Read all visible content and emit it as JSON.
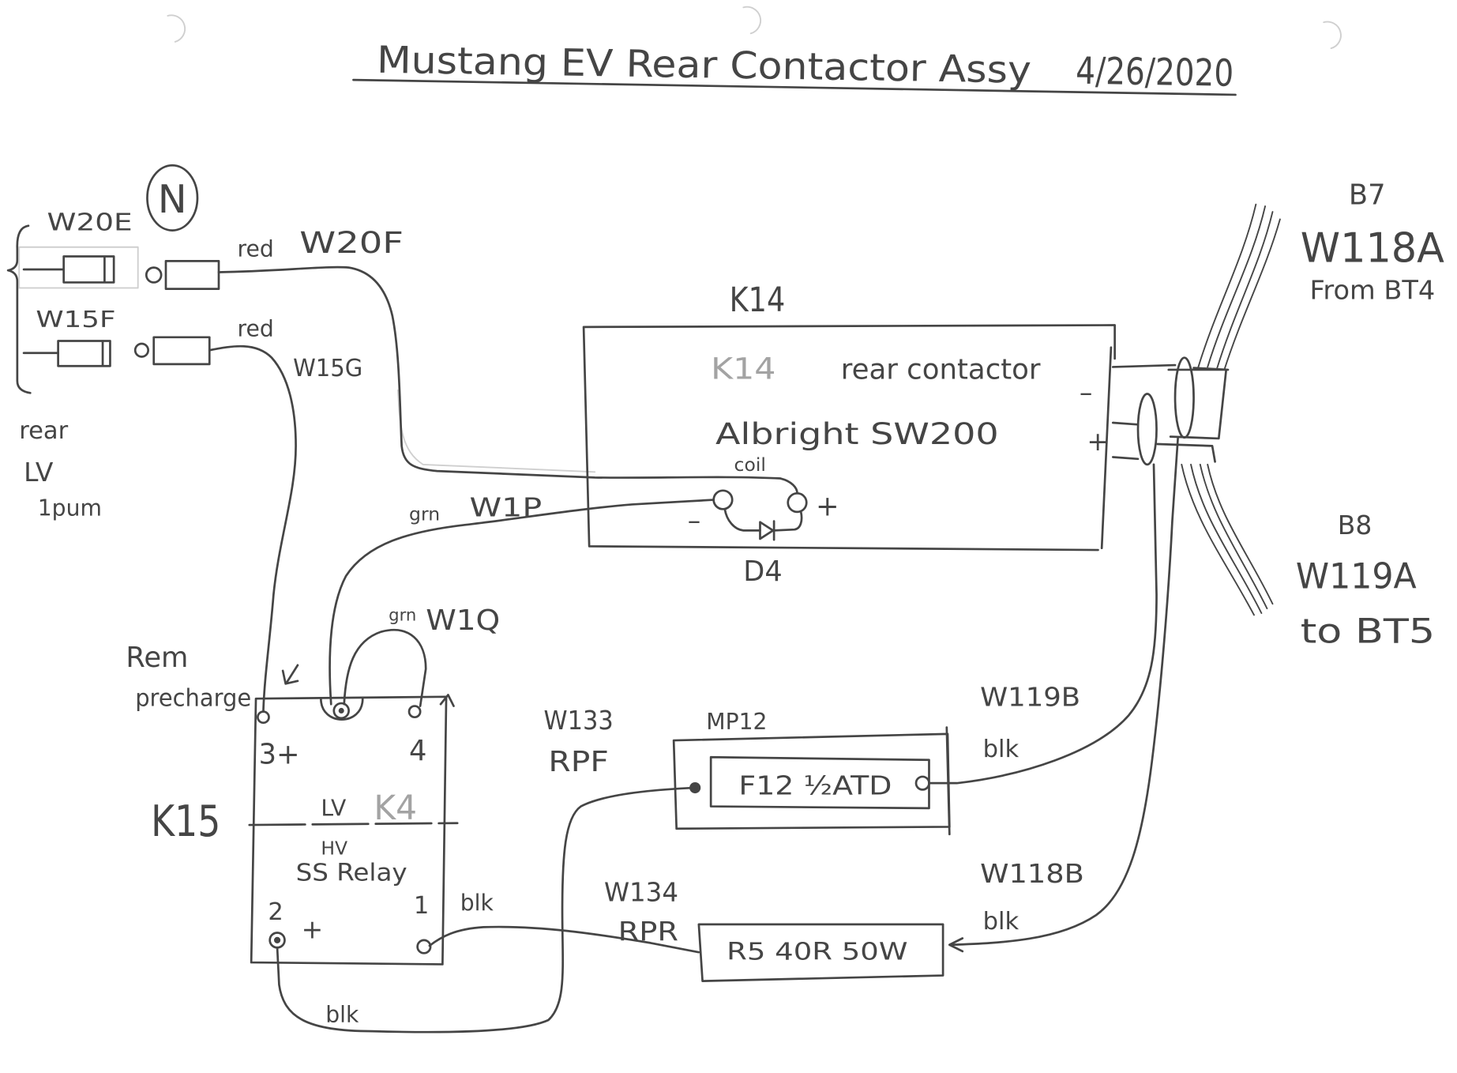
{
  "title": {
    "text": "Mustang EV Rear Contactor Assy",
    "date": "4/26/2020"
  },
  "north_marker": "N",
  "colors": {
    "paper": "#ffffff",
    "pencil": "#454545",
    "faint_pencil": "#a3a3a3"
  },
  "rear_lv_connectors": {
    "upper_tag": "W20E",
    "upper_wire_color": "red",
    "upper_wire_id": "W20F",
    "lower_tag": "W15F",
    "lower_wire_color": "red",
    "lower_wire_id": "W15G",
    "group_label": {
      "line1": "rear",
      "line2": "LV",
      "line3": "1pum"
    }
  },
  "k14": {
    "ref": "K14",
    "inner_ref": "K14",
    "description": "rear contactor",
    "part": "Albright SW200",
    "coil_label": "coil",
    "coil_minus": "–",
    "coil_plus": "+",
    "diode": "D4",
    "stud_minus": "–",
    "stud_plus": "+"
  },
  "coil_feed": {
    "color": "grn",
    "id": "W1P"
  },
  "cable_b7": {
    "ref": "B7",
    "wire_id": "W118A",
    "note": "From BT4"
  },
  "cable_b8": {
    "ref": "B8",
    "wire_id": "W119A",
    "note": "to BT5"
  },
  "k15": {
    "ref": "K15",
    "label_line1": "Rem",
    "label_line2": "precharge",
    "pin_3": "3+",
    "pin_4": "4",
    "lv_side": "LV",
    "lv_ref": "K4",
    "hv_side": "HV",
    "type": "SS Relay",
    "pin_2": "2",
    "pin_2_polarity": "+",
    "pin_1": "1"
  },
  "jumper": {
    "color": "grn",
    "id": "W1Q"
  },
  "fuse": {
    "holder": "MP12",
    "label": "F12 ½ATD"
  },
  "resistor": {
    "label": "R5 40R 50W"
  },
  "wires": {
    "w133": {
      "id": "W133",
      "name": "RPF",
      "color": "blk"
    },
    "w134": {
      "id": "W134",
      "name": "RPR",
      "color": "blk"
    },
    "w119b": {
      "id": "W119B",
      "color": "blk"
    },
    "w118b": {
      "id": "W118B",
      "color": "blk"
    }
  }
}
